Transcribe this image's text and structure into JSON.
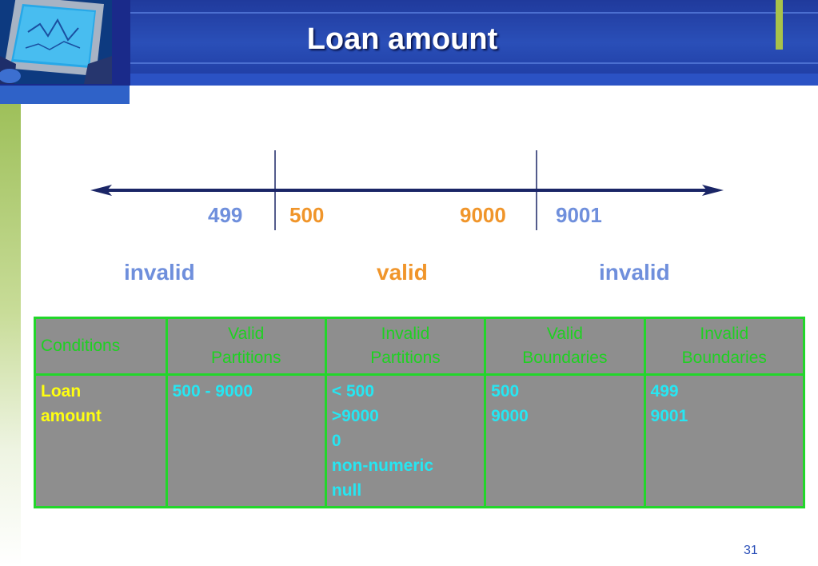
{
  "title": "Loan amount",
  "number_line": {
    "labels": {
      "left_invalid_boundary": "499",
      "valid_min": "500",
      "valid_max": "9000",
      "right_invalid_boundary": "9001"
    },
    "regions": {
      "left": "invalid",
      "middle": "valid",
      "right": "invalid"
    }
  },
  "table": {
    "headers": [
      [
        "Conditions"
      ],
      [
        "Valid",
        "Partitions"
      ],
      [
        "Invalid",
        "Partitions"
      ],
      [
        "Valid",
        "Boundaries"
      ],
      [
        "Invalid",
        "Boundaries"
      ]
    ],
    "row": {
      "condition": [
        "Loan",
        "amount"
      ],
      "valid_partitions": [
        "500 - 9000"
      ],
      "invalid_partitions": [
        "< 500",
        ">9000",
        "0",
        "non-numeric",
        "null"
      ],
      "valid_boundaries": [
        "500",
        "9000"
      ],
      "invalid_boundaries": [
        "499",
        "9001"
      ]
    }
  },
  "page_number": "31",
  "colors": {
    "header_blue": "#2a4fb8",
    "line_navy": "#1a2566",
    "label_blue": "#6f8fdc",
    "label_orange": "#f0952a",
    "table_border_green": "#22d62a",
    "table_bg_gray": "#8e8e8e",
    "cell_cyan": "#26e6f2",
    "cell_yellow": "#ffff10"
  },
  "icons": {
    "logo": "computer-monitor-icon"
  }
}
